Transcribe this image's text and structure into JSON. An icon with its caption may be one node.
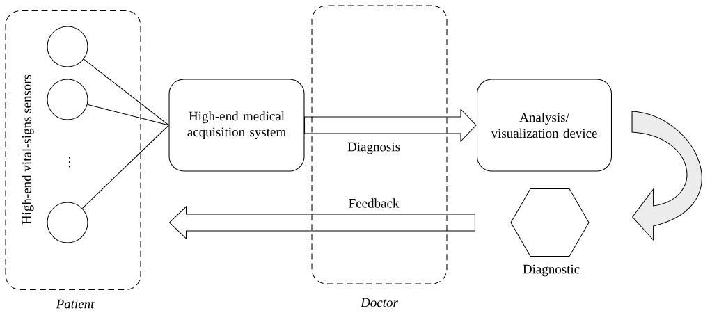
{
  "diagram": {
    "nodes": [
      {
        "text": [
          "High-end vital-signs sensors"
        ],
        "beside": [
          "Patient"
        ]
      },
      {
        "text": [],
        "shape": "circle",
        "in": 0
      },
      {
        "text": [],
        "shape": "circle",
        "in": 0
      },
      {
        "text": [],
        "shape": "circle",
        "in": 0
      },
      {
        "text": [],
        "shape": "box",
        "beside": [
          "Doctor"
        ]
      },
      {
        "text": [
          "High-end medical acquisition system"
        ]
      },
      {
        "text": [
          "Analysis/ visualization device"
        ]
      },
      {
        "text": [],
        "shape": "hexagon",
        "beside": [
          "Diagnostic"
        ]
      }
    ],
    "edges": [
      {
        "from": 1,
        "to": 5,
        "arrow": "none"
      },
      {
        "from": 2,
        "to": 5,
        "arrow": "none"
      },
      {
        "from": 3,
        "to": 5,
        "arrow": "none"
      },
      {
        "from": 5,
        "to": 6,
        "arrow": "to",
        "label": "Diagnosis"
      },
      {
        "from": 7,
        "to": 0,
        "arrow": "to",
        "label": "Feedback"
      },
      {
        "from": 6,
        "to": 7,
        "arrow": "to"
      }
    ],
    "labels": [
      "…"
    ]
  }
}
